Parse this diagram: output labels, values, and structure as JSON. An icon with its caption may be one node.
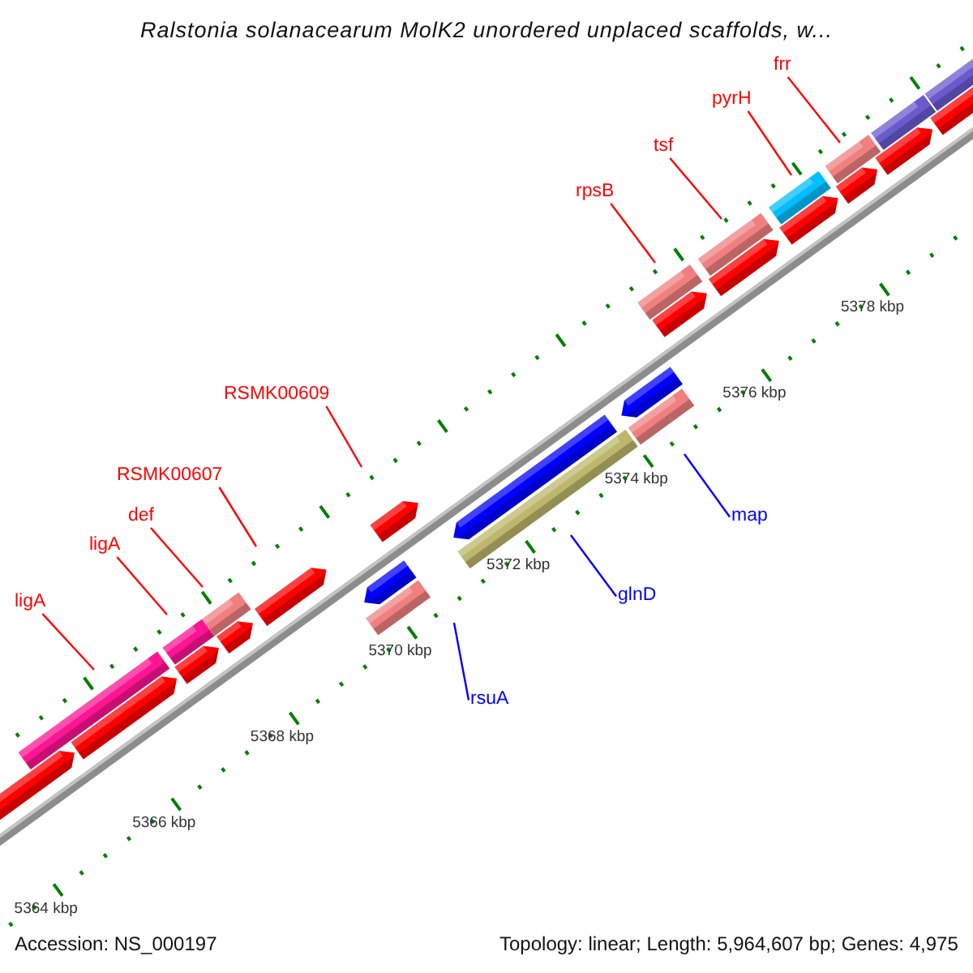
{
  "diagram": {
    "title": "Ralstonia solanacearum MolK2 unordered unplaced scaffolds, w...",
    "nodes": [
      {
        "text": [
          "frr"
        ]
      },
      {
        "text": [
          "pyrH"
        ]
      },
      {
        "text": [
          "tsf"
        ]
      },
      {
        "text": [
          "rpsB"
        ]
      },
      {
        "text": [
          "RSMK00609"
        ]
      },
      {
        "text": [
          "RSMK00607"
        ]
      },
      {
        "text": [
          "map"
        ]
      },
      {
        "text": [
          "def"
        ]
      },
      {
        "text": [
          "ligA"
        ]
      },
      {
        "text": [
          "glnD"
        ]
      },
      {
        "text": [
          "ligA"
        ]
      },
      {
        "text": [
          "rsuA"
        ]
      }
    ],
    "edges": [
      {
        "from": 0,
        "to": null,
        "arrow": "none"
      },
      {
        "from": 1,
        "to": null,
        "arrow": "none"
      },
      {
        "from": 2,
        "to": null,
        "arrow": "none"
      },
      {
        "from": 3,
        "to": null,
        "arrow": "none"
      },
      {
        "from": 4,
        "to": null,
        "arrow": "none"
      },
      {
        "from": 5,
        "to": null,
        "arrow": "none"
      },
      {
        "from": 6,
        "to": null,
        "arrow": "none",
        "color": "#0000ff"
      },
      {
        "from": 7,
        "to": null,
        "arrow": "none"
      },
      {
        "from": 8,
        "to": null,
        "arrow": "none"
      },
      {
        "from": 9,
        "to": null,
        "arrow": "none",
        "color": "#0000ff"
      },
      {
        "from": 10,
        "to": null,
        "arrow": "none"
      },
      {
        "from": 11,
        "to": null,
        "arrow": "none",
        "color": "#0000ff"
      }
    ],
    "labels": [
      "5378 kbp",
      "5376 kbp",
      "5374 kbp",
      "5372 kbp",
      "5370 kbp",
      "5368 kbp",
      "5366 kbp",
      "5364 kbp",
      "Accession: NS_000197",
      "Topology: linear; Length: 5,964,607 bp; Genes: 4,975"
    ]
  }
}
